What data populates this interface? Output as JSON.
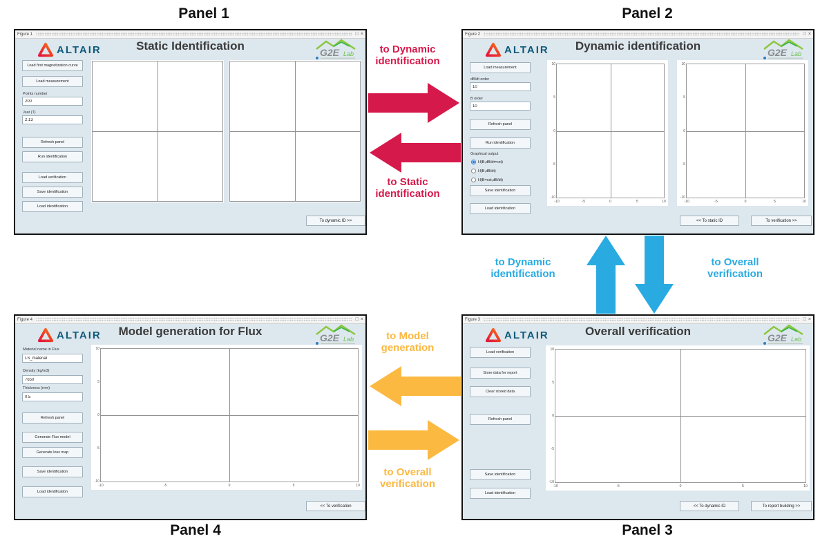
{
  "captions": {
    "panel1": "Panel 1",
    "panel2": "Panel 2",
    "panel3": "Panel 3",
    "panel4": "Panel 4"
  },
  "chrome": {
    "maximize_icon": "□",
    "close_icon": "×"
  },
  "logos": {
    "altair_text": "ALTAIR",
    "g2e_text": "G2E",
    "g2e_lab_text": "Lab"
  },
  "colors": {
    "arrow_red": "#d6194b",
    "arrow_blue": "#29abe2",
    "arrow_yellow": "#fbb942",
    "panel_bg": "#dde7ee",
    "radio_accent": "#2b7cd3"
  },
  "axis": {
    "x": [
      "-10",
      "-5",
      "0",
      "5",
      "10"
    ],
    "y": [
      "10",
      "5",
      "0",
      "-5",
      "-10"
    ]
  },
  "panel1": {
    "figure_label": "Figure 1",
    "title": "Static Identification",
    "btn_load_curve": "Load first magnetization curve",
    "btn_load_measurement": "Load measurement",
    "lbl_points_number": "Points number",
    "val_points_number": "200",
    "lbl_jsat": "Jsat (T)",
    "val_jsat": "2.13",
    "btn_refresh": "Refresh panel",
    "btn_run": "Run identification",
    "btn_load_verification": "Load verification",
    "btn_save_identification": "Save identification",
    "btn_load_identification": "Load identification",
    "btn_nav_next": "To dynamic ID >>"
  },
  "panel2": {
    "figure_label": "Figure 2",
    "title": "Dynamic identification",
    "btn_load_measurement": "Load measurement",
    "lbl_dbdt_order": "dB/dt order",
    "val_dbdt_order": "10",
    "lbl_b_order": "B order",
    "val_b_order": "10",
    "btn_refresh": "Refresh panel",
    "btn_run": "Run identification",
    "lbl_graphical_output": "Graphical output",
    "radio1": "H(B,dB/dt=cst)",
    "radio2": "H(B,dB/dt)",
    "radio3": "H(B=cst,dB/dt)",
    "btn_save_identification": "Save identification",
    "btn_load_identification": "Load identification",
    "btn_nav_prev": "<< To static ID",
    "btn_nav_next": "To verification >>"
  },
  "panel3": {
    "figure_label": "Figure 3",
    "title": "Overall verification",
    "btn_load_verification": "Load verification",
    "btn_store_data": "Store data for report",
    "btn_clear_data": "Clear stored data",
    "btn_refresh": "Refresh panel",
    "btn_save_identification": "Save identification",
    "btn_load_identification": "Load identification",
    "btn_nav_prev": "<< To dynamic ID",
    "btn_nav_next": "To report building >>"
  },
  "panel4": {
    "figure_label": "Figure 4",
    "title": "Model generation for Flux",
    "lbl_material": "Material name in Flux",
    "val_material": "LS_material",
    "lbl_density": "Density (kg/m3)",
    "val_density": "7650",
    "lbl_thickness": "Thickness (mm)",
    "val_thickness": "0.5",
    "btn_refresh": "Refresh panel",
    "btn_generate_flux": "Generate Flux model",
    "btn_generate_loss": "Generate loss map",
    "btn_save_identification": "Save identification",
    "btn_load_identification": "Load identification",
    "btn_nav_prev": "<< To verification"
  },
  "arrows": {
    "p1_to_p2": {
      "line1": "to Dynamic",
      "line2": "identification"
    },
    "p2_to_p1": {
      "line1": "to Static",
      "line2": "identification"
    },
    "p3_to_p2": {
      "line1": "to Dynamic",
      "line2": "identification"
    },
    "p2_to_p3": {
      "line1": "to Overall",
      "line2": "verification"
    },
    "p3_to_p4": {
      "line1": "to Model",
      "line2": "generation"
    },
    "p4_to_p3": {
      "line1": "to Overall",
      "line2": "verification"
    }
  }
}
